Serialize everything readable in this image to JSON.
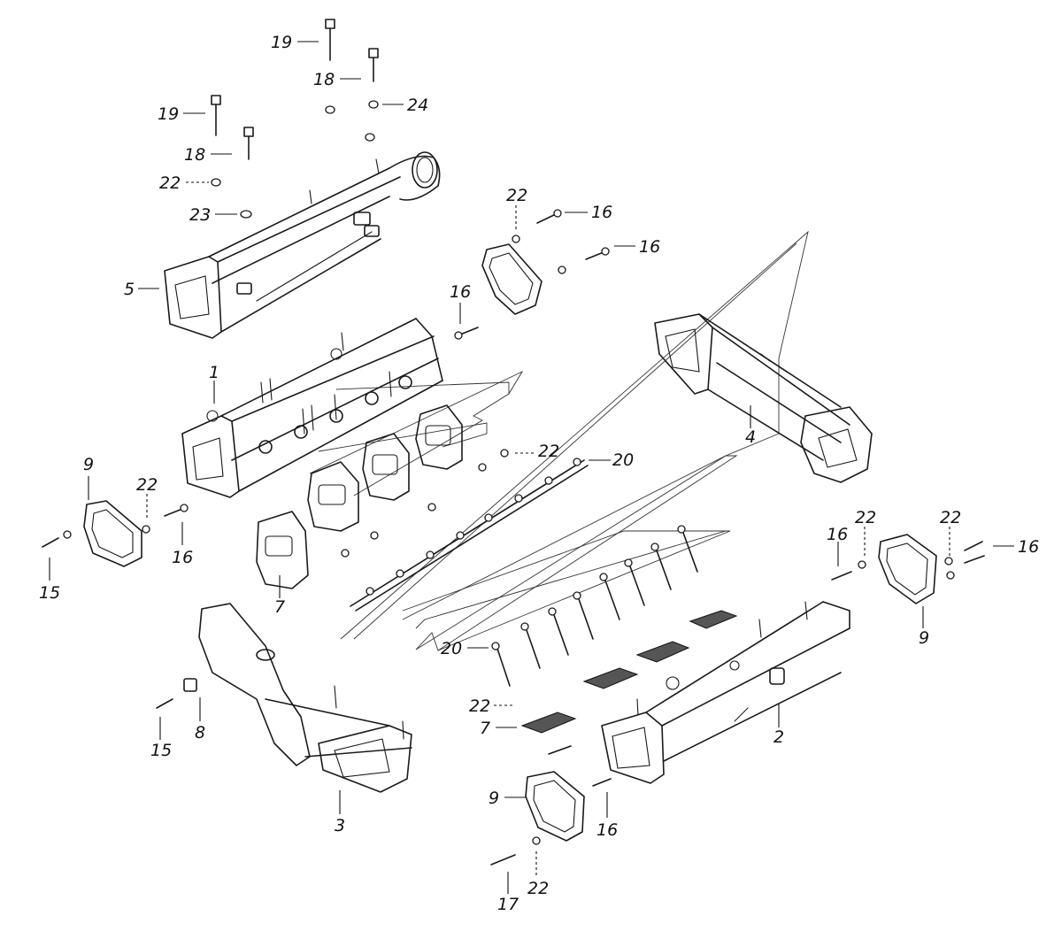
{
  "callouts": {
    "c19a": "19",
    "c18a": "18",
    "c24": "24",
    "c19b": "19",
    "c18b": "18",
    "c22a": "22",
    "c23": "23",
    "c5": "5",
    "c22b": "22",
    "c16a": "16",
    "c16b": "16",
    "c16c": "16",
    "c1": "1",
    "c4": "4",
    "c22c": "22",
    "c20a": "20",
    "c9a": "9",
    "c22d": "22",
    "c16d": "16",
    "c15a": "15",
    "c7a": "7",
    "c22e": "22",
    "c22f": "22",
    "c16e": "16",
    "c16f": "16",
    "c9b": "9",
    "c20b": "20",
    "c22g": "22",
    "c7b": "7",
    "c2": "2",
    "c8": "8",
    "c15b": "15",
    "c3": "3",
    "c9c": "9",
    "c16g": "16",
    "c17": "17",
    "c22h": "22"
  }
}
